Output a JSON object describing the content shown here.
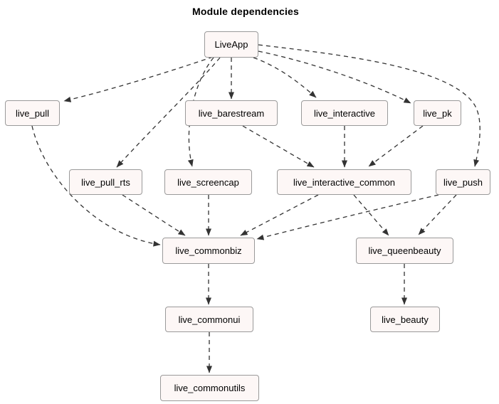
{
  "title": "Module dependencies",
  "diagram": {
    "type": "dependency-graph",
    "nodes": [
      {
        "id": "LiveApp",
        "label": "LiveApp"
      },
      {
        "id": "live_pull",
        "label": "live_pull"
      },
      {
        "id": "live_barestream",
        "label": "live_barestream"
      },
      {
        "id": "live_interactive",
        "label": "live_interactive"
      },
      {
        "id": "live_pk",
        "label": "live_pk"
      },
      {
        "id": "live_pull_rts",
        "label": "live_pull_rts"
      },
      {
        "id": "live_screencap",
        "label": "live_screencap"
      },
      {
        "id": "live_interactive_common",
        "label": "live_interactive_common"
      },
      {
        "id": "live_push",
        "label": "live_push"
      },
      {
        "id": "live_commonbiz",
        "label": "live_commonbiz"
      },
      {
        "id": "live_queenbeauty",
        "label": "live_queenbeauty"
      },
      {
        "id": "live_commonui",
        "label": "live_commonui"
      },
      {
        "id": "live_beauty",
        "label": "live_beauty"
      },
      {
        "id": "live_commonutils",
        "label": "live_commonutils"
      }
    ],
    "edges": [
      {
        "from": "LiveApp",
        "to": "live_pull"
      },
      {
        "from": "LiveApp",
        "to": "live_barestream"
      },
      {
        "from": "LiveApp",
        "to": "live_interactive"
      },
      {
        "from": "LiveApp",
        "to": "live_pk"
      },
      {
        "from": "LiveApp",
        "to": "live_pull_rts"
      },
      {
        "from": "LiveApp",
        "to": "live_screencap"
      },
      {
        "from": "LiveApp",
        "to": "live_push"
      },
      {
        "from": "live_pull",
        "to": "live_commonbiz"
      },
      {
        "from": "live_pull_rts",
        "to": "live_commonbiz"
      },
      {
        "from": "live_screencap",
        "to": "live_commonbiz"
      },
      {
        "from": "live_barestream",
        "to": "live_interactive_common"
      },
      {
        "from": "live_interactive",
        "to": "live_interactive_common"
      },
      {
        "from": "live_pk",
        "to": "live_interactive_common"
      },
      {
        "from": "live_interactive_common",
        "to": "live_commonbiz"
      },
      {
        "from": "live_interactive_common",
        "to": "live_queenbeauty"
      },
      {
        "from": "live_push",
        "to": "live_commonbiz"
      },
      {
        "from": "live_push",
        "to": "live_queenbeauty"
      },
      {
        "from": "live_commonbiz",
        "to": "live_commonui"
      },
      {
        "from": "live_commonui",
        "to": "live_commonutils"
      },
      {
        "from": "live_queenbeauty",
        "to": "live_beauty"
      }
    ]
  },
  "colors": {
    "background": "#ffffff",
    "node_fill": "#fdf7f6",
    "node_border": "#9a9a9a",
    "edge": "#333333",
    "text": "#000000"
  }
}
